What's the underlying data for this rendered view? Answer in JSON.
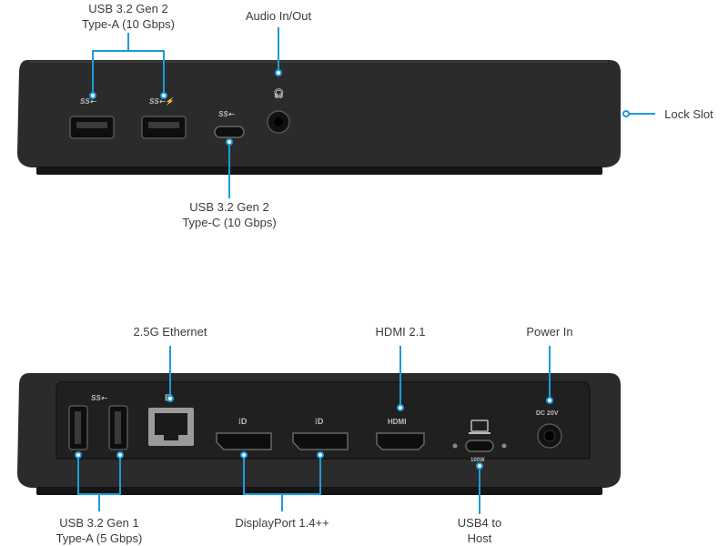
{
  "front": {
    "usb_a_label_line1": "USB 3.2 Gen 2",
    "usb_a_label_line2": "Type-A (10 Gbps)",
    "audio_label": "Audio In/Out",
    "lock_label": "Lock Slot",
    "usb_c_label_line1": "USB 3.2 Gen 2",
    "usb_c_label_line2": "Type-C (10 Gbps)"
  },
  "rear": {
    "ethernet_label": "2.5G Ethernet",
    "hdmi_label": "HDMI 2.1",
    "power_label": "Power In",
    "usb_a_label_line1": "USB 3.2 Gen 1",
    "usb_a_label_line2": "Type-A (5 Gbps)",
    "displayport_label": "DisplayPort 1.4++",
    "usb4_label_line1": "USB4 to",
    "usb4_label_line2": "Host",
    "hdmi_logo_text": "HDMI",
    "dc_text": "DC 20V",
    "usb4_watt_text": "100W"
  },
  "colors": {
    "accent": "#1c9cd8",
    "device_body": "#2a2a2a",
    "panel": "#1f1f1f"
  }
}
